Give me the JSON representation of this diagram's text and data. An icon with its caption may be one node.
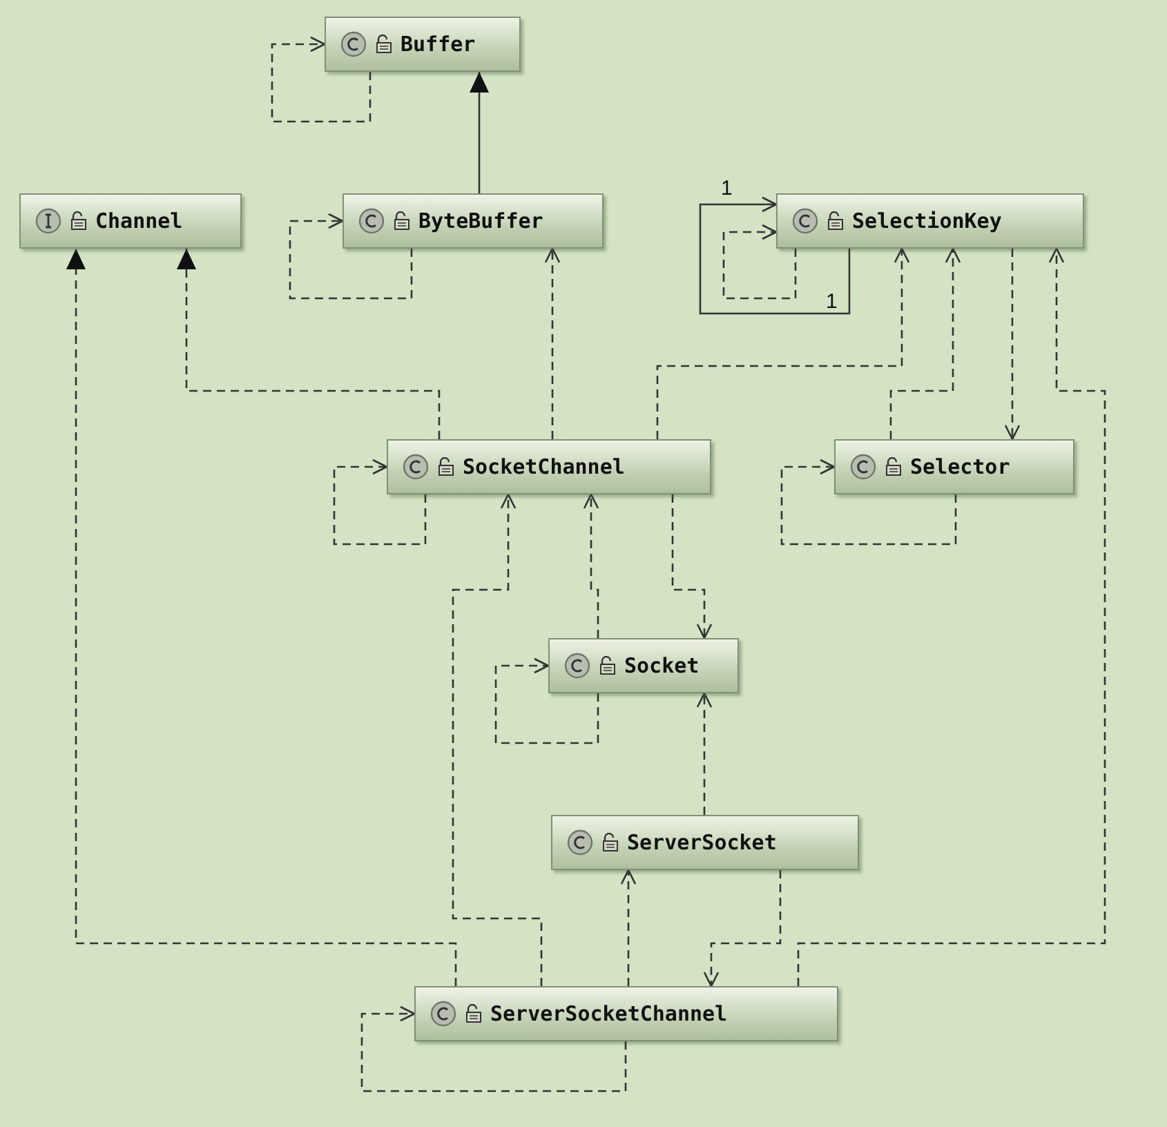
{
  "diagram": {
    "nodes": [
      {
        "text": [
          "Buffer"
        ]
      },
      {
        "text": [
          "Channel"
        ]
      },
      {
        "text": [
          "ByteBuffer"
        ]
      },
      {
        "text": [
          "SelectionKey"
        ]
      },
      {
        "text": [
          "SocketChannel"
        ]
      },
      {
        "text": [
          "Selector"
        ]
      },
      {
        "text": [
          "Socket"
        ]
      },
      {
        "text": [
          "ServerSocket"
        ]
      },
      {
        "text": [
          "ServerSocketChannel"
        ]
      }
    ],
    "edges": [
      {
        "from": 0,
        "to": 0,
        "arrow": "to",
        "style": "dashed"
      },
      {
        "from": 2,
        "to": 0,
        "arrow": "to"
      },
      {
        "from": 2,
        "to": 2,
        "arrow": "to",
        "style": "dashed"
      },
      {
        "from": 3,
        "to": 3,
        "arrow": "to",
        "style": "dashed"
      },
      {
        "from": 3,
        "to": 3,
        "arrow": "to"
      },
      {
        "from": 4,
        "to": 4,
        "arrow": "to",
        "style": "dashed"
      },
      {
        "from": 4,
        "to": 1,
        "arrow": "to",
        "style": "dashed"
      },
      {
        "from": 4,
        "to": 2,
        "arrow": "to",
        "style": "dashed"
      },
      {
        "from": 4,
        "to": 3,
        "arrow": "to",
        "style": "dashed"
      },
      {
        "from": 5,
        "to": 3,
        "arrow": "to",
        "style": "dashed"
      },
      {
        "from": 3,
        "to": 5,
        "arrow": "to",
        "style": "dashed"
      },
      {
        "from": 5,
        "to": 5,
        "arrow": "to",
        "style": "dashed"
      },
      {
        "from": 8,
        "to": 3,
        "arrow": "to",
        "style": "dashed"
      },
      {
        "from": 4,
        "to": 6,
        "arrow": "to",
        "style": "dashed"
      },
      {
        "from": 6,
        "to": 4,
        "arrow": "to",
        "style": "dashed"
      },
      {
        "from": 6,
        "to": 6,
        "arrow": "to",
        "style": "dashed"
      },
      {
        "from": 7,
        "to": 6,
        "arrow": "to",
        "style": "dashed"
      },
      {
        "from": 8,
        "to": 4,
        "arrow": "to",
        "style": "dashed"
      },
      {
        "from": 8,
        "to": 1,
        "arrow": "to",
        "style": "dashed"
      },
      {
        "from": 8,
        "to": 7,
        "arrow": "to",
        "style": "dashed"
      },
      {
        "from": 7,
        "to": 8,
        "arrow": "to",
        "style": "dashed"
      },
      {
        "from": 8,
        "to": 8,
        "arrow": "to",
        "style": "dashed"
      }
    ],
    "labels": [
      "1",
      "1"
    ]
  }
}
